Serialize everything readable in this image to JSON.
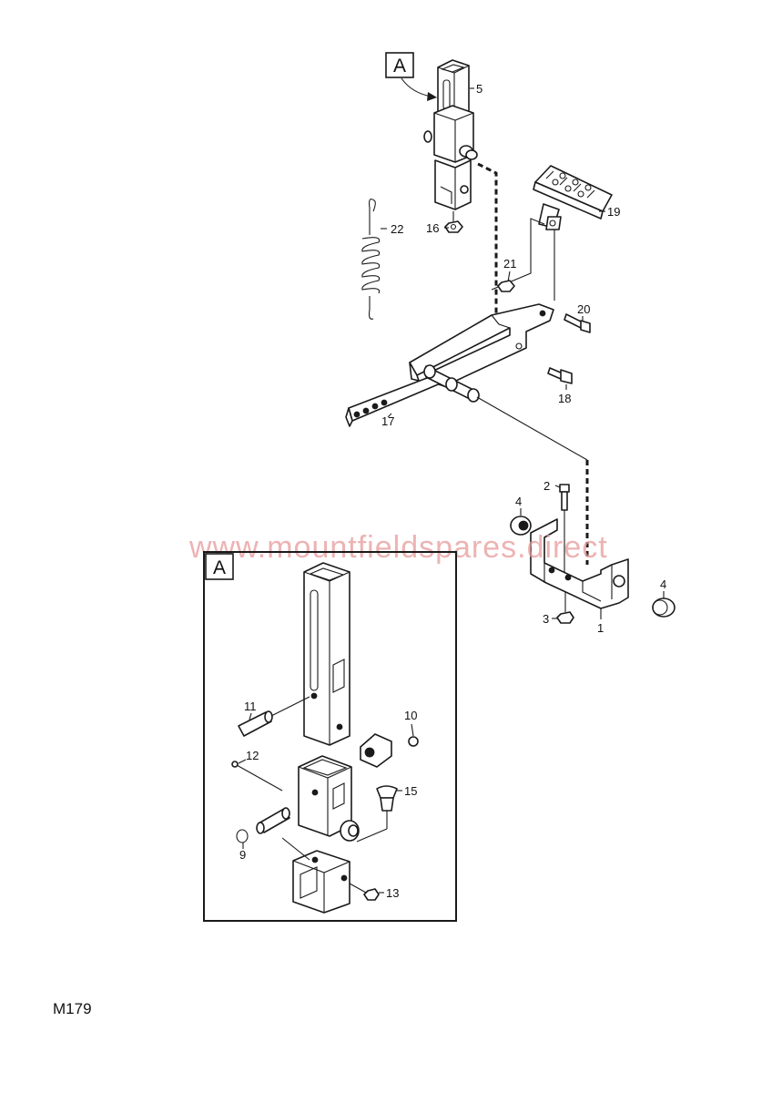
{
  "diagram": {
    "detail_marker": "A",
    "detail_box_label": "A",
    "watermark": "www.mountfieldspares.direct",
    "drawing_code": "M179",
    "callouts": {
      "c1": "1",
      "c2": "2",
      "c3": "3",
      "c4a": "4",
      "c4b": "4",
      "c5": "5",
      "c9": "9",
      "c10": "10",
      "c11": "11",
      "c12": "12",
      "c13": "13",
      "c15": "15",
      "c16": "16",
      "c17": "17",
      "c18": "18",
      "c19": "19",
      "c20": "20",
      "c21": "21",
      "c22": "22"
    }
  }
}
